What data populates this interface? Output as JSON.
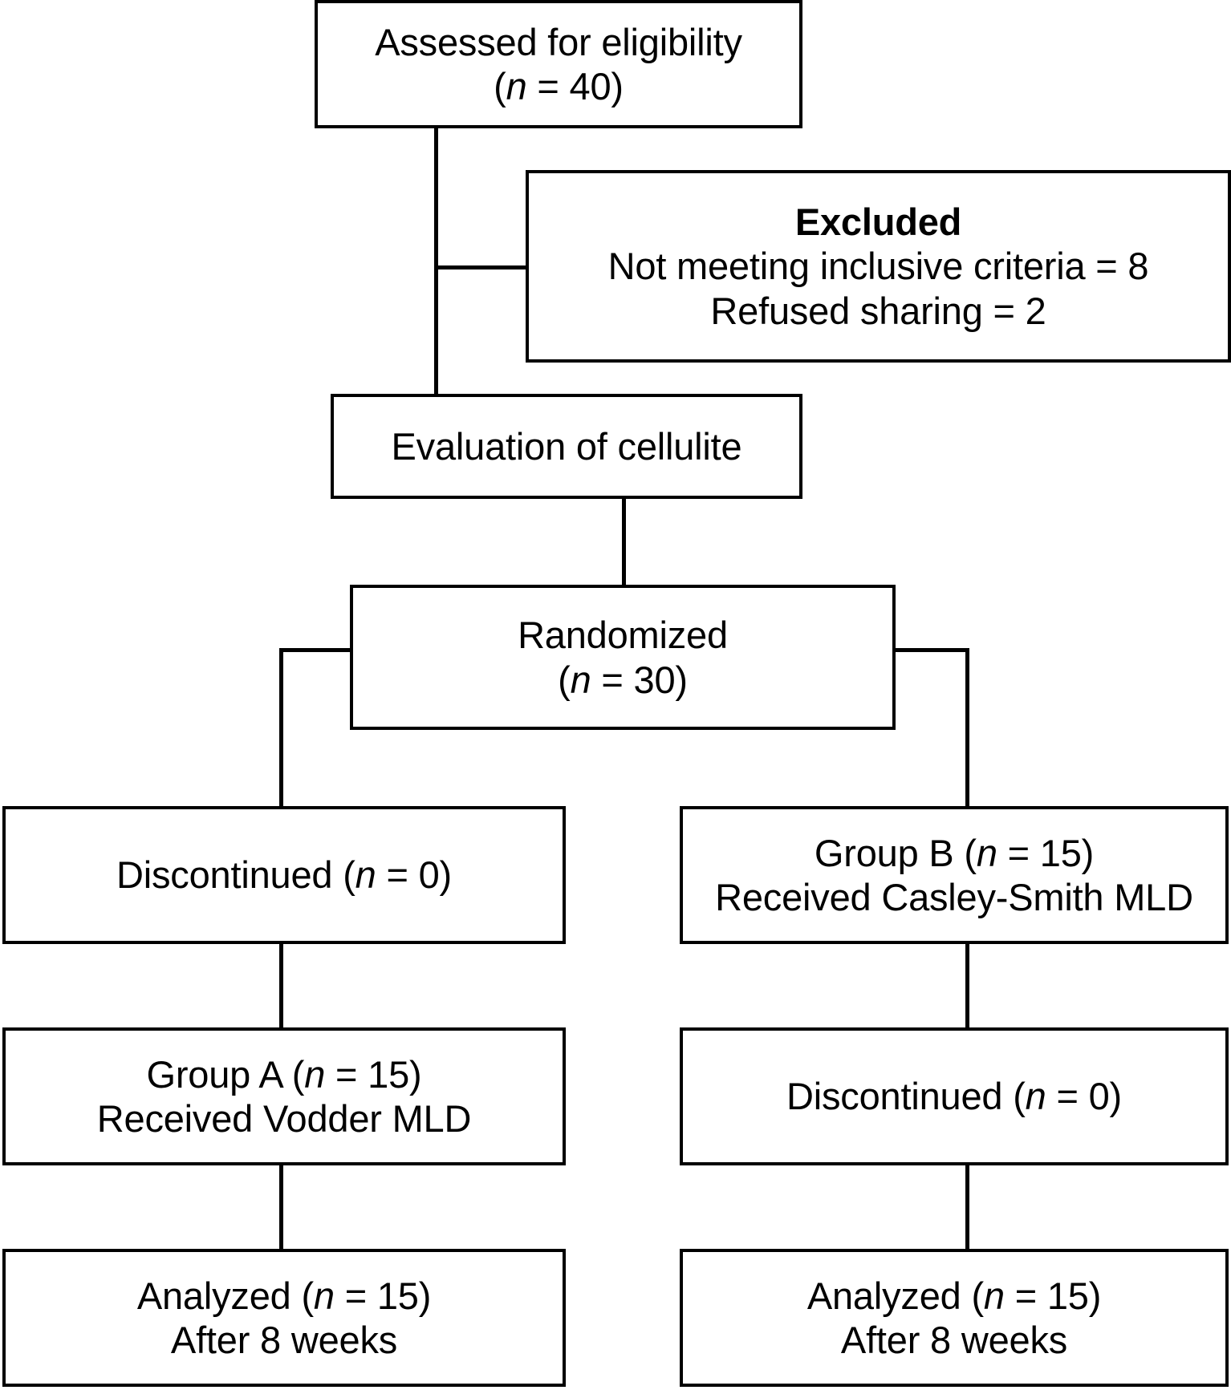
{
  "diagram": {
    "type": "consort-flow-diagram",
    "colors": {
      "stroke": "#000000",
      "background": "#ffffff",
      "text": "#000000"
    },
    "nodes": {
      "assessed": {
        "id": "assessed-for-eligibility",
        "line1": "Assessed for eligibility",
        "line2_prefix": "(",
        "line2_italic": "n",
        "line2_suffix": " = 40)",
        "n": 40
      },
      "excluded": {
        "id": "excluded",
        "title": "Excluded",
        "reason1": "Not meeting inclusive criteria = 8",
        "reason2": "Refused sharing = 2",
        "reason1_count": 8,
        "reason2_count": 2
      },
      "evaluation": {
        "id": "evaluation-of-cellulite",
        "line1": "Evaluation of cellulite"
      },
      "randomized": {
        "id": "randomized",
        "line1": "Randomized",
        "line2_prefix": "(",
        "line2_italic": "n",
        "line2_suffix": " = 30)",
        "n": 30
      },
      "left_discontinued": {
        "id": "left-discontinued",
        "prefix": "Discontinued (",
        "italic": "n",
        "suffix": " = 0)",
        "n": 0
      },
      "right_group_b": {
        "id": "group-b",
        "line1_prefix": "Group B (",
        "line1_italic": "n",
        "line1_suffix": " = 15)",
        "line2": "Received Casley-Smith MLD",
        "n": 15
      },
      "left_group_a": {
        "id": "group-a",
        "line1_prefix": "Group A (",
        "line1_italic": "n",
        "line1_suffix": " = 15)",
        "line2": "Received Vodder MLD",
        "n": 15
      },
      "right_discontinued": {
        "id": "right-discontinued",
        "prefix": "Discontinued (",
        "italic": "n",
        "suffix": " = 0)",
        "n": 0
      },
      "left_analyzed": {
        "id": "left-analyzed",
        "line1_prefix": "Analyzed (",
        "line1_italic": "n",
        "line1_suffix": " = 15)",
        "line2": "After 8 weeks",
        "n": 15,
        "weeks": 8
      },
      "right_analyzed": {
        "id": "right-analyzed",
        "line1_prefix": "Analyzed (",
        "line1_italic": "n",
        "line1_suffix": " = 15)",
        "line2": "After 8 weeks",
        "n": 15,
        "weeks": 8
      }
    }
  }
}
